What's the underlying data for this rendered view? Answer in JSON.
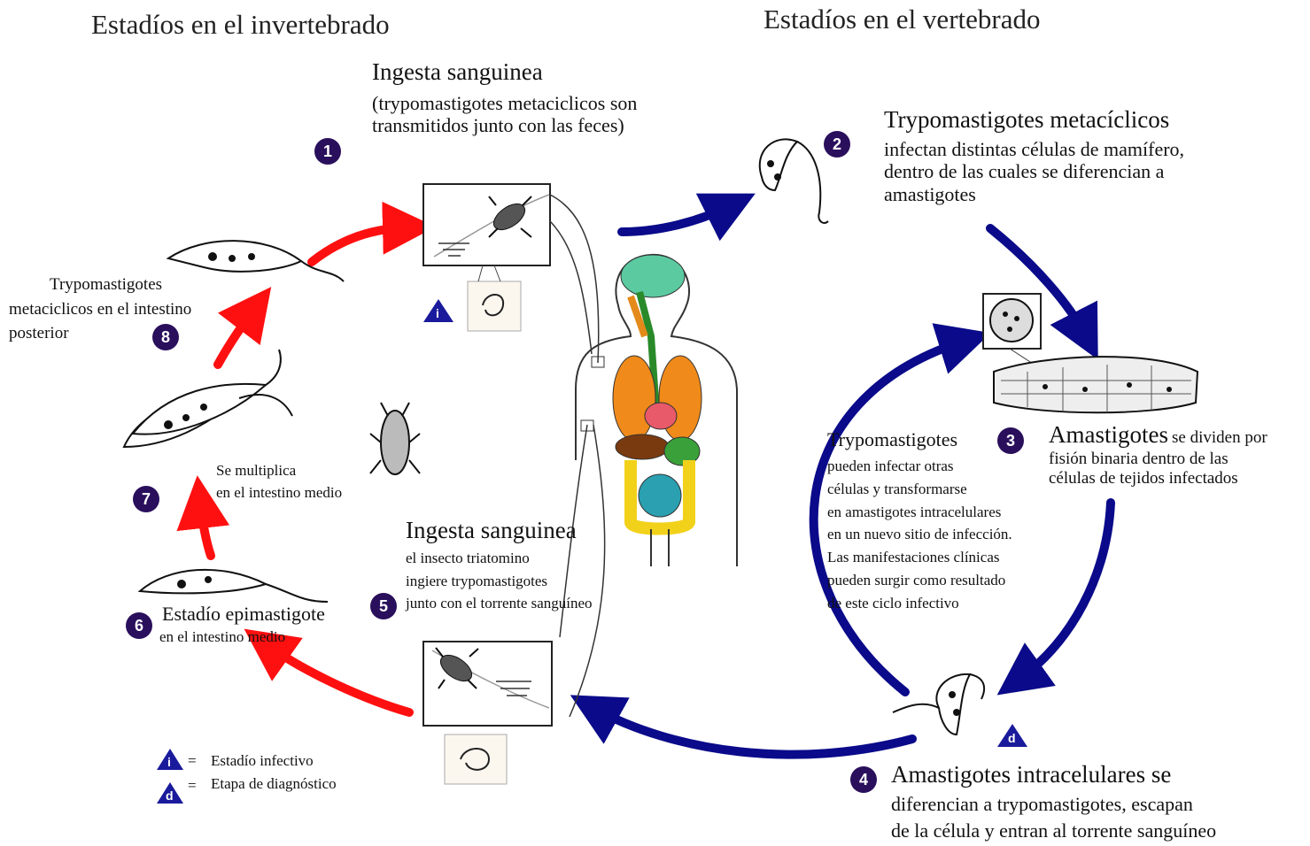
{
  "headers": {
    "invertebrate": "Estadíos en el invertebrado",
    "vertebrate": "Estadíos en el vertebrado"
  },
  "steps": {
    "s1": {
      "number": "1",
      "title": "Ingesta sanguinea",
      "lines": [
        "(trypomastigotes metaciclicos son",
        "transmitidos junto con las feces)"
      ]
    },
    "s2": {
      "number": "2",
      "title": "Trypomastigotes metacíclicos",
      "lines": [
        "infectan distintas células de mamífero,",
        "dentro de las cuales se diferencian a",
        "amastigotes"
      ]
    },
    "s3": {
      "number": "3",
      "title": "Amastigotes",
      "title_suffix": "se dividen por",
      "lines": [
        "fisión binaria dentro de las",
        "células de tejidos infectados"
      ]
    },
    "s3b": {
      "title": "Trypomastigotes",
      "lines": [
        "pueden infectar otras",
        "células y transformarse",
        "en amastigotes intracelulares",
        "en un nuevo sitio de infección.",
        "Las manifestaciones clínicas",
        "pueden surgir como resultado",
        "de este ciclo infectivo"
      ]
    },
    "s4": {
      "number": "4",
      "title": "Amastigotes intracelulares  se",
      "lines": [
        "diferencian a trypomastigotes, escapan",
        "de la célula y entran al torrente sanguíneo"
      ]
    },
    "s5": {
      "number": "5",
      "title": "Ingesta sanguinea",
      "lines": [
        "el insecto triatomino",
        "ingiere trypomastigotes",
        "junto con el torrente sanguíneo"
      ]
    },
    "s6": {
      "number": "6",
      "title": "Estadío epimastigote",
      "lines": [
        "en el intestino medio"
      ]
    },
    "s7": {
      "number": "7",
      "lines": [
        "Se multiplica",
        "en el intestino medio"
      ]
    },
    "s8": {
      "number": "8",
      "lines": [
        "Trypomastigotes",
        "metaciclicos en el intestino",
        "posterior"
      ]
    }
  },
  "legend": {
    "infective": {
      "symbol": "i",
      "label": "Estadío infectivo"
    },
    "diagnostic": {
      "symbol": "d",
      "label": "Etapa de diagnóstico"
    }
  },
  "markers": {
    "infective_symbol": "i",
    "diagnostic_symbol": "d"
  },
  "colors": {
    "red_arrow": "#ff1010",
    "blue_arrow": "#0a0a8a",
    "badge": "#2a0f5c",
    "triangle": "#1a1a9c"
  }
}
